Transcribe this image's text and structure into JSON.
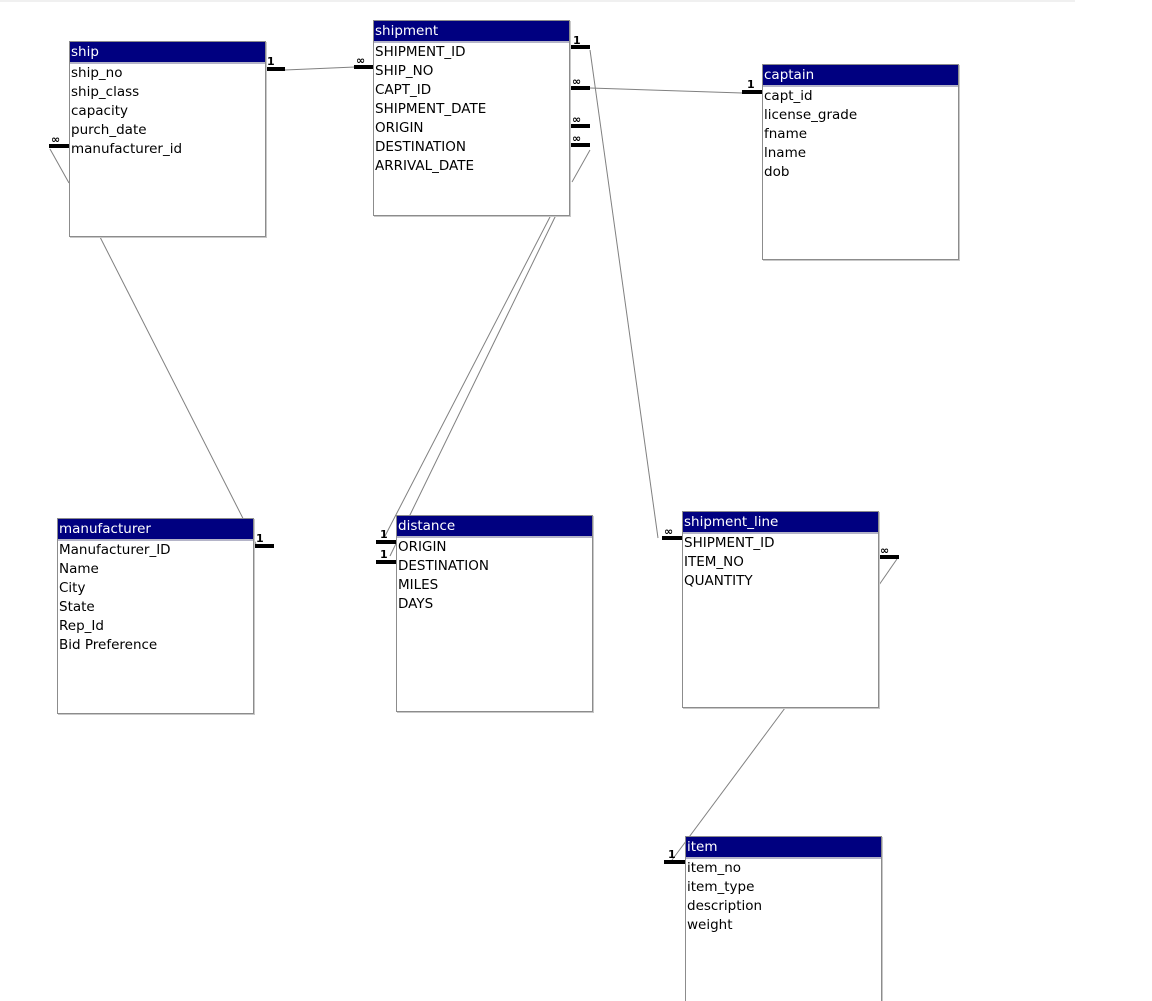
{
  "tables": {
    "ship": {
      "title": "ship",
      "fields": [
        "ship_no",
        "ship_class",
        "capacity",
        "purch_date",
        "manufacturer_id"
      ]
    },
    "shipment": {
      "title": "shipment",
      "fields": [
        "SHIPMENT_ID",
        "SHIP_NO",
        "CAPT_ID",
        "SHIPMENT_DATE",
        "ORIGIN",
        "DESTINATION",
        "ARRIVAL_DATE"
      ]
    },
    "captain": {
      "title": "captain",
      "fields": [
        "capt_id",
        "license_grade",
        "fname",
        "lname",
        "dob"
      ]
    },
    "manufacturer": {
      "title": "manufacturer",
      "fields": [
        "Manufacturer_ID",
        "Name",
        "City",
        "State",
        "Rep_Id",
        "Bid Preference"
      ]
    },
    "distance": {
      "title": "distance",
      "fields": [
        "ORIGIN",
        "DESTINATION",
        "MILES",
        "DAYS"
      ]
    },
    "shipment_line": {
      "title": "shipment_line",
      "fields": [
        "SHIPMENT_ID",
        "ITEM_NO",
        "QUANTITY"
      ]
    },
    "item": {
      "title": "item",
      "fields": [
        "item_no",
        "item_type",
        "description",
        "weight"
      ]
    }
  },
  "cardinality": {
    "one": "1",
    "many": "∞"
  },
  "colors": {
    "title_bar": "#000080",
    "title_text": "#ffffff",
    "border": "#8c8c8c",
    "link_line": "#808080"
  }
}
